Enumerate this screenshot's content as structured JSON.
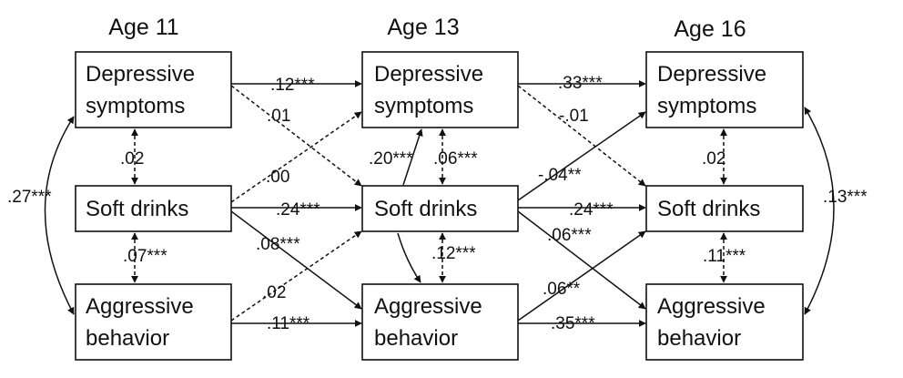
{
  "headers": [
    "Age 11",
    "Age 13",
    "Age 16"
  ],
  "nodes": {
    "dep11": [
      "Depressive",
      "symptoms"
    ],
    "soft11": [
      "Soft drinks"
    ],
    "agg11": [
      "Aggressive",
      "behavior"
    ],
    "dep13": [
      "Depressive",
      "symptoms"
    ],
    "soft13": [
      "Soft drinks"
    ],
    "agg13": [
      "Aggressive",
      "behavior"
    ],
    "dep16": [
      "Depressive",
      "symptoms"
    ],
    "soft16": [
      "Soft drinks"
    ],
    "agg16": [
      "Aggressive",
      "behavior"
    ]
  },
  "coefficients": {
    "dep11_dep13": ".12***",
    "dep11_soft13": ".01",
    "soft11_dep13": ".00",
    "soft11_soft13": ".24***",
    "soft11_agg13": ".08***",
    "agg11_soft13": ".02",
    "agg11_agg13": ".11***",
    "dep11_soft11": ".02",
    "soft11_agg11": ".07***",
    "dep11_agg11": ".27***",
    "soft13_dep13_a": ".20***",
    "dep13_soft13_b": ".06***",
    "soft13_agg13": ".12***",
    "dep13_dep16": ".33***",
    "dep13_soft16": "-.01",
    "soft13_dep16": "-.04**",
    "soft13_soft16": ".24***",
    "soft13_agg16": ".06***",
    "agg13_soft16": ".06**",
    "agg13_agg16": ".35***",
    "dep16_soft16": ".02",
    "soft16_agg16": ".11***",
    "dep16_agg16": ".13***"
  }
}
